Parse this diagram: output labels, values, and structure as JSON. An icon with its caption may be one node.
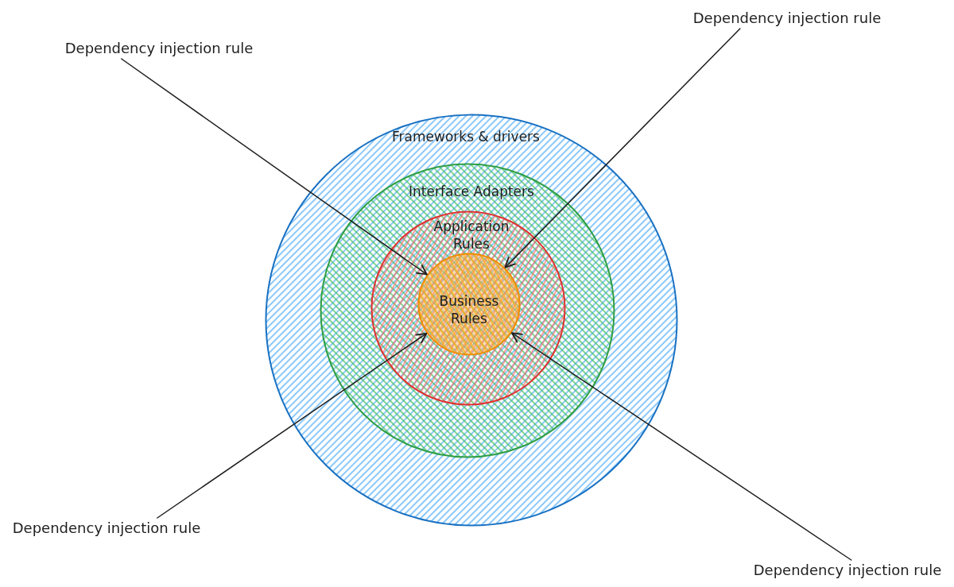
{
  "diagram": {
    "nodes": [
      {
        "text": [
          "Dependency injection rule"
        ]
      },
      {
        "text": [
          "Dependency injection rule"
        ]
      },
      {
        "text": [
          "Frameworks & drivers"
        ]
      },
      {
        "text": [
          "Interface Adapters"
        ],
        "in": 2
      },
      {
        "text": [
          "Application Rules"
        ],
        "in": 3
      },
      {
        "text": [
          "Business Rules"
        ],
        "in": 4
      },
      {
        "text": [
          "Dependency injection rule"
        ]
      },
      {
        "text": [
          "Dependency injection rule"
        ]
      }
    ],
    "edges": [
      {
        "from": 0,
        "to": 5,
        "arrow": "to"
      },
      {
        "from": 1,
        "to": 5,
        "arrow": "to"
      },
      {
        "from": 6,
        "to": 5,
        "arrow": "to"
      },
      {
        "from": 7,
        "to": 5,
        "arrow": "to"
      }
    ]
  }
}
